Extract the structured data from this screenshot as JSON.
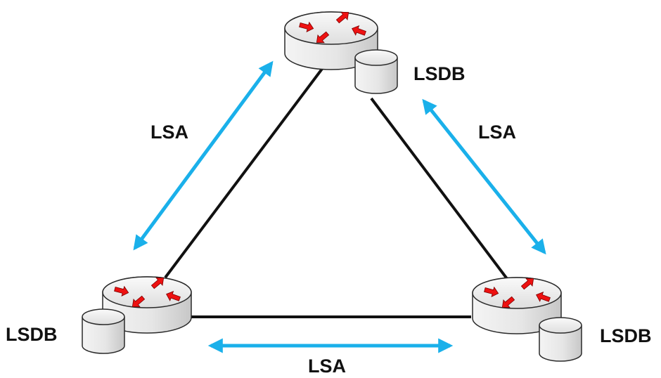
{
  "labels": {
    "lsa_left": "LSA",
    "lsa_right": "LSA",
    "lsa_bottom": "LSA",
    "lsdb_top": "LSDB",
    "lsdb_left": "LSDB",
    "lsdb_right": "LSDB"
  },
  "nodes": [
    {
      "id": "router-top",
      "icon": "router-icon",
      "database_icon": "database-icon"
    },
    {
      "id": "router-left",
      "icon": "router-icon",
      "database_icon": "database-icon"
    },
    {
      "id": "router-right",
      "icon": "router-icon",
      "database_icon": "database-icon"
    }
  ],
  "links": [
    {
      "from": "router-top",
      "to": "router-left"
    },
    {
      "from": "router-top",
      "to": "router-right"
    },
    {
      "from": "router-left",
      "to": "router-right"
    }
  ],
  "colors": {
    "link": "#111111",
    "lsa_arrow": "#1ab0ea",
    "router_arrow": "#ee1111",
    "device_fill": "#ececec",
    "device_outline": "#2a2a2a"
  }
}
